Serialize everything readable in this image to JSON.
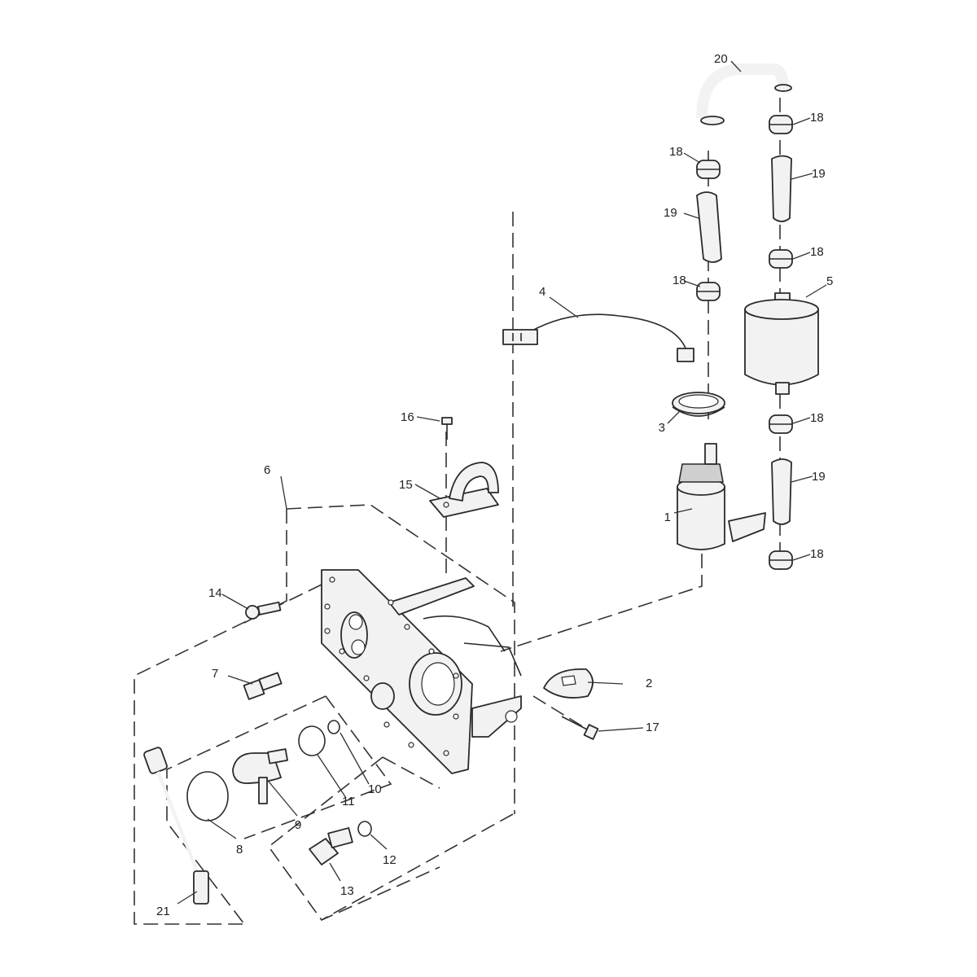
{
  "callouts": [
    {
      "id": "c1",
      "label": "1"
    },
    {
      "id": "c2",
      "label": "2"
    },
    {
      "id": "c3",
      "label": "3"
    },
    {
      "id": "c4",
      "label": "4"
    },
    {
      "id": "c5",
      "label": "5"
    },
    {
      "id": "c6",
      "label": "6"
    },
    {
      "id": "c7",
      "label": "7"
    },
    {
      "id": "c8",
      "label": "8"
    },
    {
      "id": "c9",
      "label": "9"
    },
    {
      "id": "c10",
      "label": "10"
    },
    {
      "id": "c11",
      "label": "11"
    },
    {
      "id": "c12",
      "label": "12"
    },
    {
      "id": "c13",
      "label": "13"
    },
    {
      "id": "c14",
      "label": "14"
    },
    {
      "id": "c15",
      "label": "15"
    },
    {
      "id": "c16",
      "label": "16"
    },
    {
      "id": "c17",
      "label": "17"
    },
    {
      "id": "c18a",
      "label": "18"
    },
    {
      "id": "c18b",
      "label": "18"
    },
    {
      "id": "c18c",
      "label": "18"
    },
    {
      "id": "c18d",
      "label": "18"
    },
    {
      "id": "c18e",
      "label": "18"
    },
    {
      "id": "c18f",
      "label": "18"
    },
    {
      "id": "c19a",
      "label": "19"
    },
    {
      "id": "c19b",
      "label": "19"
    },
    {
      "id": "c19c",
      "label": "19"
    },
    {
      "id": "c20",
      "label": "20"
    },
    {
      "id": "c21",
      "label": "21"
    }
  ]
}
